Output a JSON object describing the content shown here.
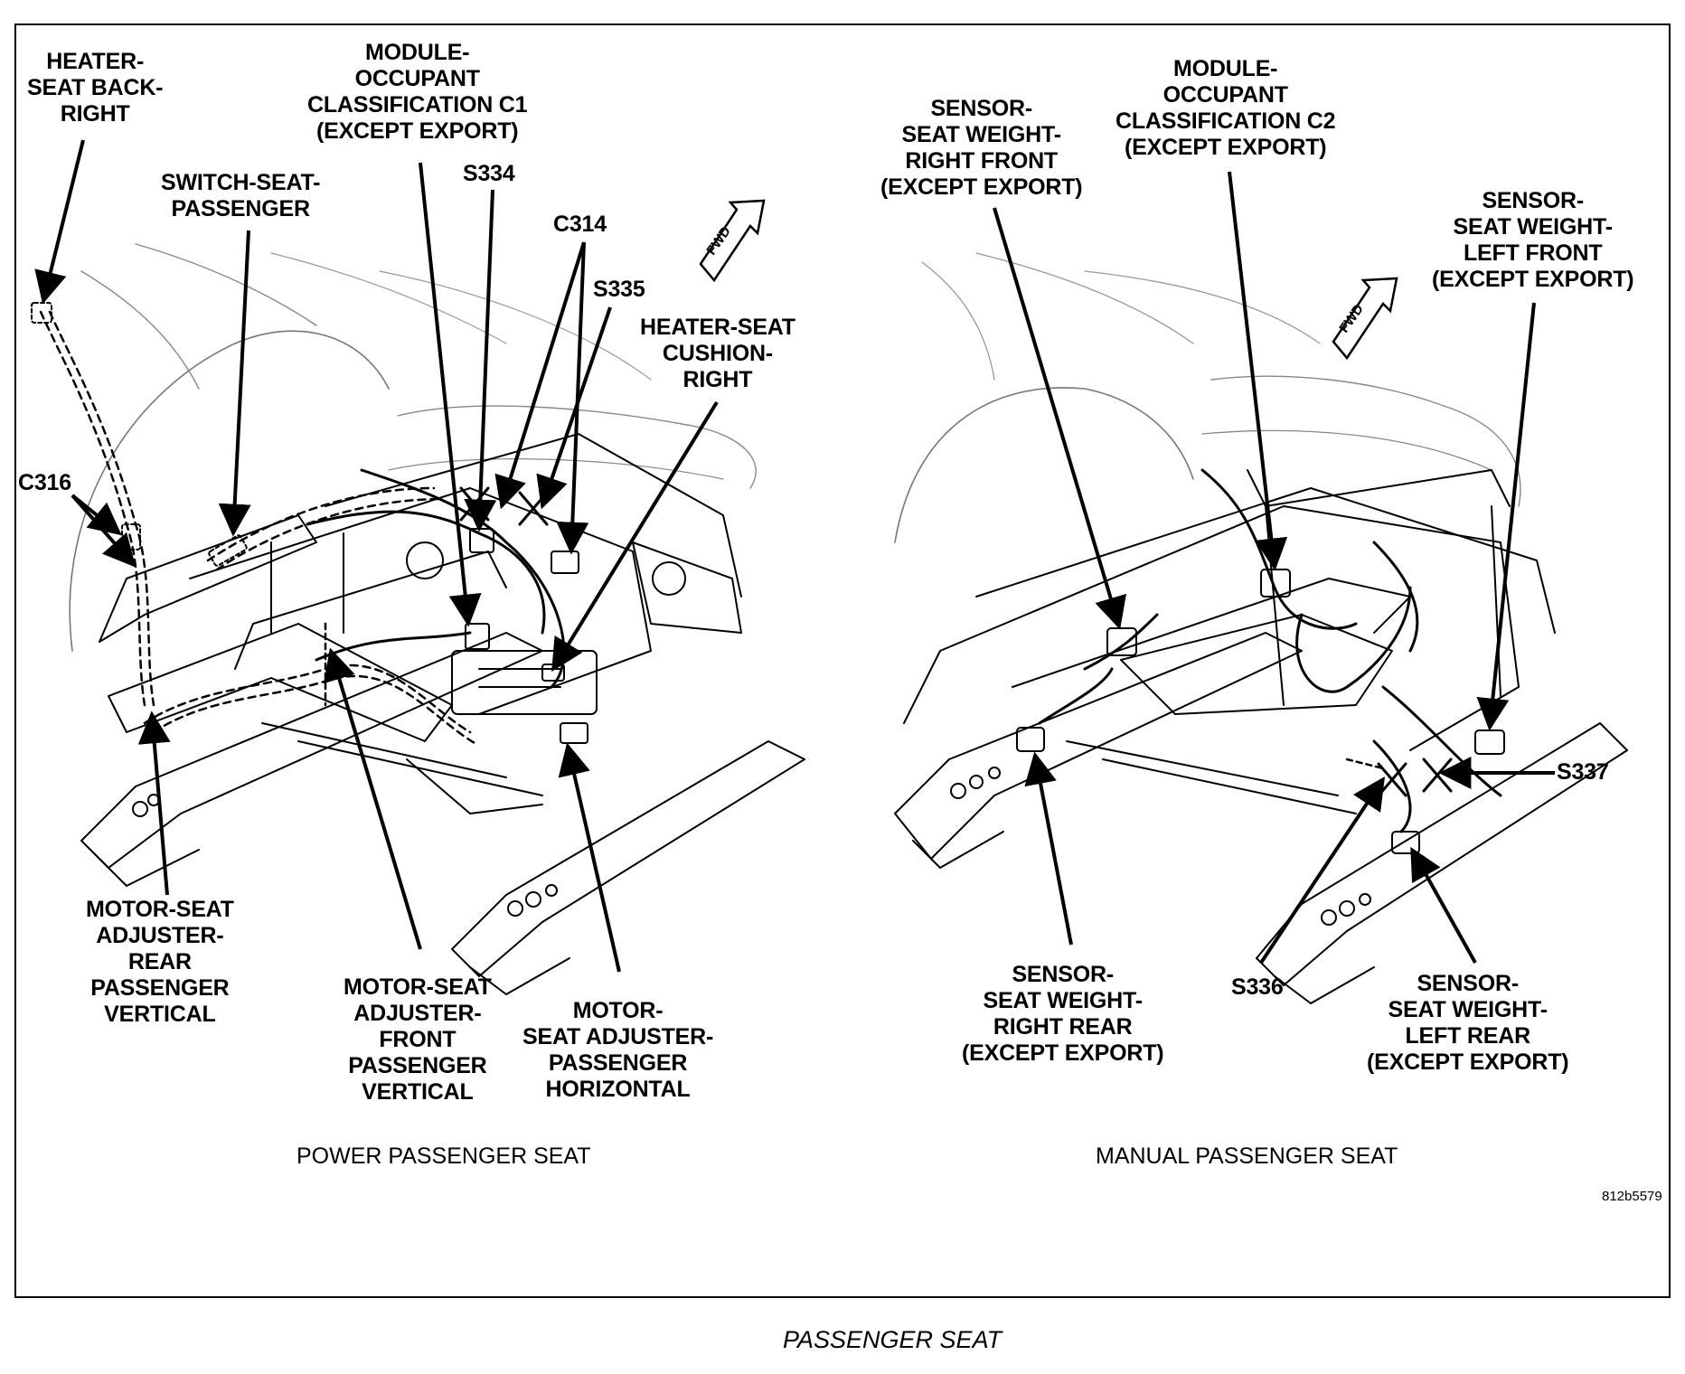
{
  "figure_code": "812b5579",
  "figure_title": "PASSENGER SEAT",
  "fwd_marker": "FWD",
  "power_seat": {
    "caption": "POWER PASSENGER SEAT",
    "labels": {
      "heater_seat_back_right": [
        "HEATER-",
        "SEAT BACK-",
        "RIGHT"
      ],
      "module_occupant_c1": [
        "MODULE-",
        "OCCUPANT",
        "CLASSIFICATION C1",
        "(EXCEPT EXPORT)"
      ],
      "switch_seat_passenger": [
        "SWITCH-SEAT-",
        "PASSENGER"
      ],
      "s334": "S334",
      "c314": "C314",
      "s335": "S335",
      "heater_seat_cushion_right": [
        "HEATER-SEAT",
        "CUSHION-",
        "RIGHT"
      ],
      "c316": "C316",
      "motor_rear_vertical": [
        "MOTOR-SEAT",
        "ADJUSTER-",
        "REAR",
        "PASSENGER",
        "VERTICAL"
      ],
      "motor_front_vertical": [
        "MOTOR-SEAT",
        "ADJUSTER-",
        "FRONT",
        "PASSENGER",
        "VERTICAL"
      ],
      "motor_horizontal": [
        "MOTOR-",
        "SEAT ADJUSTER-",
        "PASSENGER",
        "HORIZONTAL"
      ]
    }
  },
  "manual_seat": {
    "caption": "MANUAL PASSENGER SEAT",
    "labels": {
      "sensor_right_front": [
        "SENSOR-",
        "SEAT WEIGHT-",
        "RIGHT FRONT",
        "(EXCEPT EXPORT)"
      ],
      "module_occupant_c2": [
        "MODULE-",
        "OCCUPANT",
        "CLASSIFICATION C2",
        "(EXCEPT EXPORT)"
      ],
      "sensor_left_front": [
        "SENSOR-",
        "SEAT WEIGHT-",
        "LEFT FRONT",
        "(EXCEPT EXPORT)"
      ],
      "s337": "S337",
      "sensor_right_rear": [
        "SENSOR-",
        "SEAT WEIGHT-",
        "RIGHT REAR",
        "(EXCEPT EXPORT)"
      ],
      "s336": "S336",
      "sensor_left_rear": [
        "SENSOR-",
        "SEAT WEIGHT-",
        "LEFT REAR",
        "(EXCEPT EXPORT)"
      ]
    }
  }
}
